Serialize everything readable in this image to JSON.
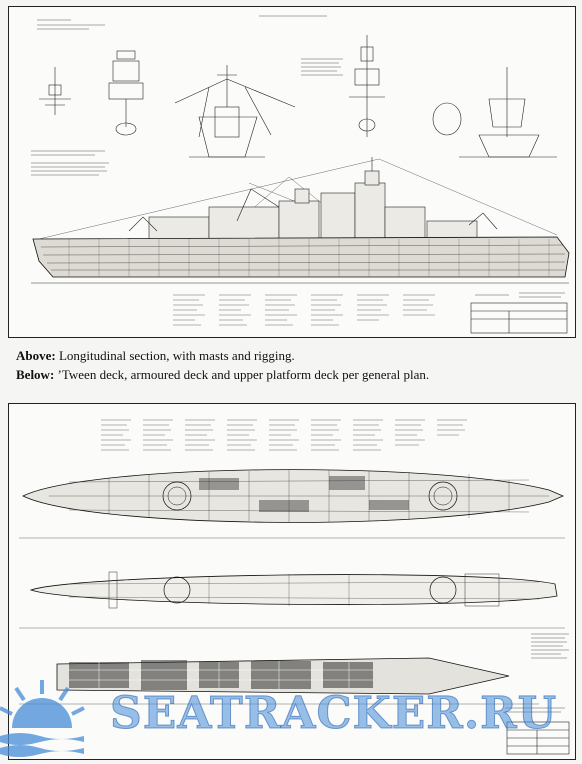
{
  "captions": {
    "above_label": "Above:",
    "above_text": " Longitudinal section, with masts and rigging.",
    "below_label": "Below:",
    "below_text": " ’Tween deck, armoured deck and upper platform deck per general plan."
  },
  "watermark": {
    "text": "SEATRACKER.RU",
    "color": "#468cd7"
  }
}
